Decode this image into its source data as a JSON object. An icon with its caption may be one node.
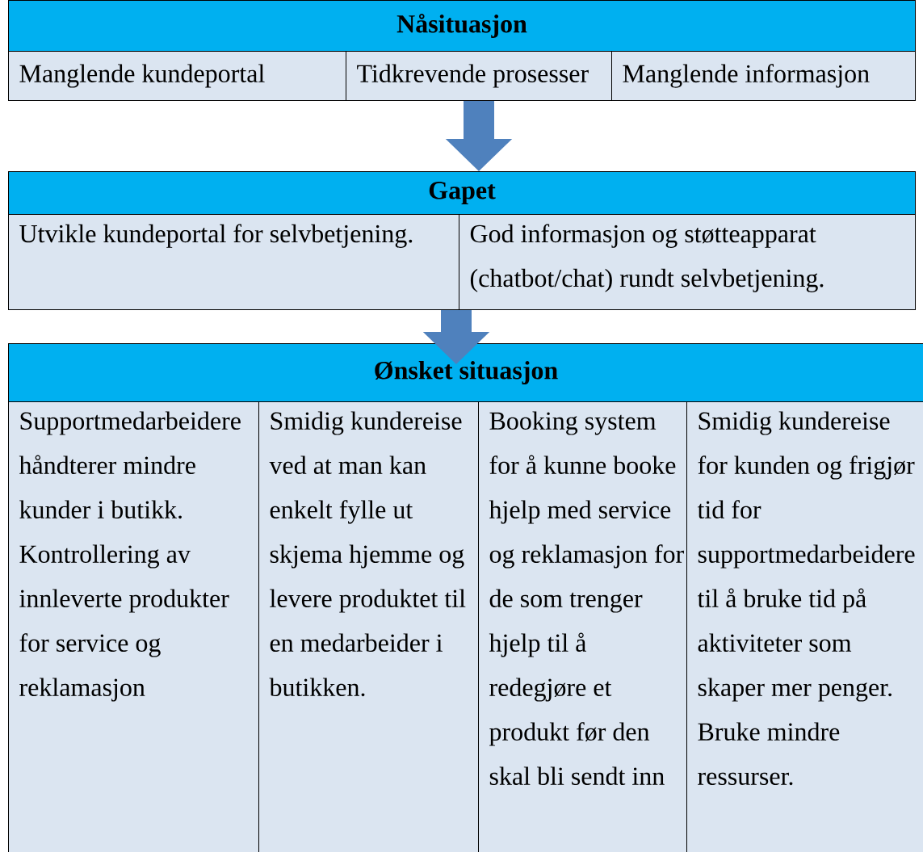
{
  "diagram": {
    "nodes": [
      {
        "text": [
          "Nåsituasjon"
        ]
      },
      {
        "text": [
          "Manglende kundeportal"
        ]
      },
      {
        "text": [
          "Tidkrevende prosesser"
        ]
      },
      {
        "text": [
          "Manglende informasjon"
        ]
      },
      {
        "text": [
          "Gapet"
        ]
      },
      {
        "text": [
          "Utvikle kundeportal for selvbetjening."
        ]
      },
      {
        "text": [
          "God informasjon og støtteapparat (chatbot/chat) rundt selvbetjening."
        ]
      },
      {
        "text": [
          "Ønsket situasjon"
        ]
      },
      {
        "text": [
          "Supportmedarbeidere håndterer mindre kunder i butikk. Kontrollering av innleverte produkter for service og reklamasjon"
        ]
      },
      {
        "text": [
          "Smidig kundereise ved at man kan enkelt fylle ut skjema hjemme og levere produktet til en medarbeider i butikken."
        ]
      },
      {
        "text": [
          "Booking system for å kunne booke hjelp med service og reklamasjon for de som trenger hjelp til å redegjøre et produkt før den skal bli sendt inn"
        ]
      },
      {
        "text": [
          "Smidig kundereise for kunden og frigjør tid for supportmedarbeidere til å bruke tid på aktiviteter som skaper mer penger. Bruke mindre ressurser."
        ]
      }
    ],
    "edges": [
      {
        "from": 2,
        "to": 4,
        "arrow": "to"
      },
      {
        "from": 6,
        "to": 7,
        "arrow": "to"
      }
    ]
  }
}
